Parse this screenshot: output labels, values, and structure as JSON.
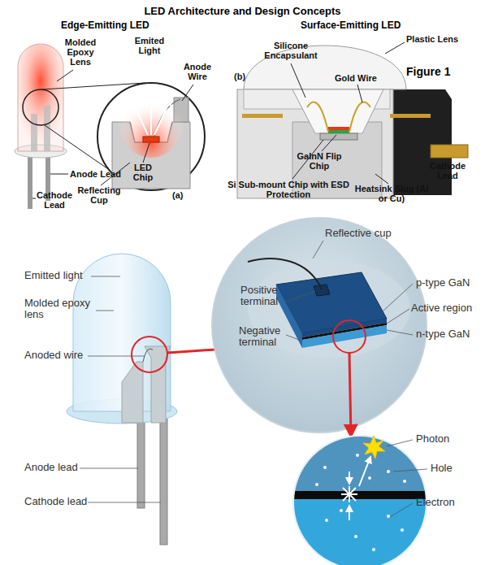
{
  "diagram": {
    "title": "LED Architecture and Design Concepts",
    "labels": [
      "Edge-Emitting LED",
      "Surface-Emitting LED",
      "Molded Epoxy Lens",
      "Emited Light",
      "Anode Wire",
      "LED Chip",
      "Reflecting Cup",
      "(a)",
      "Anode Lead",
      "Cathode Lead",
      "(b)",
      "Silicone Encapsulant",
      "Plastic Lens",
      "Figure 1",
      "Gold Wire",
      "GaInN Flip Chip",
      "Si Sub-mount Chip with ESD Protection",
      "Heatsink Slug (Al or Cu)",
      "Cathode Lead",
      "Emitted light",
      "Molded epoxy lens",
      "Anoded wire",
      "Anode lead",
      "Cathode lead",
      "Reflective cup",
      "Positive terminal",
      "Negative terminal",
      "p-type GaN",
      "Active region",
      "n-type GaN",
      "Photon",
      "Hole",
      "Electron"
    ]
  }
}
